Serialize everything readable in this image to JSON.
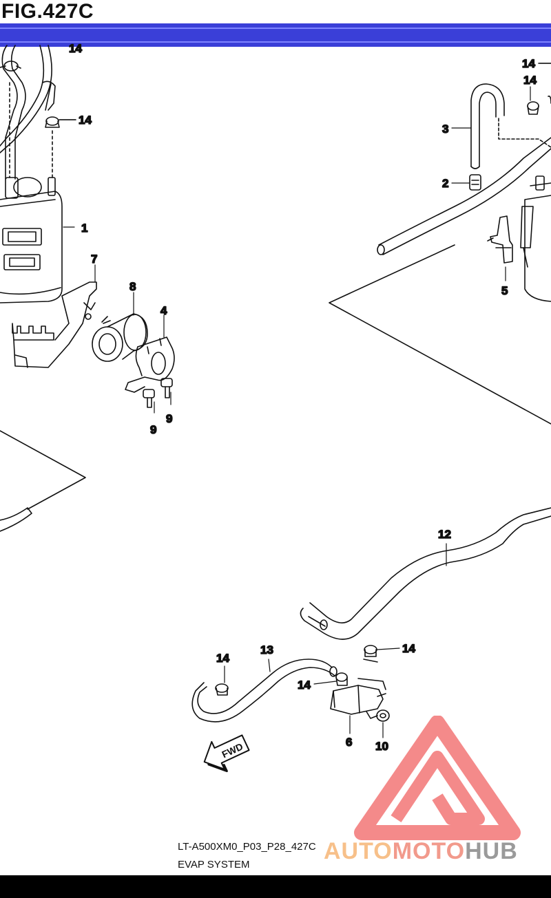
{
  "figure": {
    "title": "FIG.427C"
  },
  "callouts": {
    "c1": "1",
    "c2": "2",
    "c3": "3",
    "c4": "4",
    "c5": "5",
    "c6": "6",
    "c7": "7",
    "c8": "8",
    "c9a": "9",
    "c9b": "9",
    "c10": "10",
    "c12": "12",
    "c13": "13",
    "c14a": "14",
    "c14b": "14",
    "c14c": "14",
    "c14d": "14",
    "c14e": "14",
    "c14f": "14",
    "c14g": "14"
  },
  "footer": {
    "code": "LT-A500XM0_P03_P28_427C",
    "name": "EVAP SYSTEM"
  },
  "fwd_arrow": {
    "label": "FWD"
  },
  "watermark": {
    "part1": "AUTO",
    "part2": "MOTO",
    "part3": "HUB",
    "colors": {
      "auto": "#f7c08a",
      "moto": "#f29a8c",
      "hub": "#9a9a9a",
      "logo": "#ee4b4b"
    }
  },
  "colors": {
    "title_band": "#3a3fd8",
    "line_art": "#111111"
  }
}
